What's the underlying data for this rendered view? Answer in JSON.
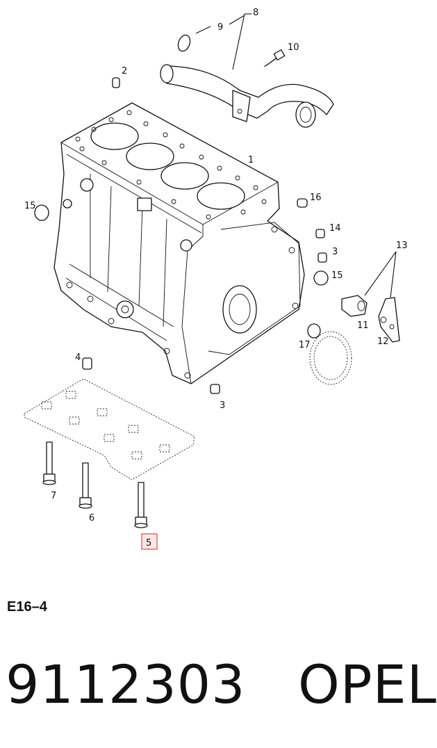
{
  "diagram": {
    "callouts": [
      {
        "id": "c8",
        "label": "8"
      },
      {
        "id": "c9",
        "label": "9"
      },
      {
        "id": "c10",
        "label": "10"
      },
      {
        "id": "c2",
        "label": "2"
      },
      {
        "id": "c1",
        "label": "1"
      },
      {
        "id": "c15a",
        "label": "15"
      },
      {
        "id": "c16",
        "label": "16"
      },
      {
        "id": "c14",
        "label": "14"
      },
      {
        "id": "c3a",
        "label": "3"
      },
      {
        "id": "c15b",
        "label": "15"
      },
      {
        "id": "c13",
        "label": "13"
      },
      {
        "id": "c11",
        "label": "11"
      },
      {
        "id": "c12",
        "label": "12"
      },
      {
        "id": "c17",
        "label": "17"
      },
      {
        "id": "c4",
        "label": "4"
      },
      {
        "id": "c3b",
        "label": "3"
      },
      {
        "id": "c7",
        "label": "7"
      },
      {
        "id": "c6",
        "label": "6"
      },
      {
        "id": "c5",
        "label": "5"
      }
    ],
    "highlighted_callout": "5",
    "highlight_color": "#d94a4a"
  },
  "footer": {
    "diagram_code": "E16–4",
    "part_number_line": "9112303   OPEL"
  }
}
